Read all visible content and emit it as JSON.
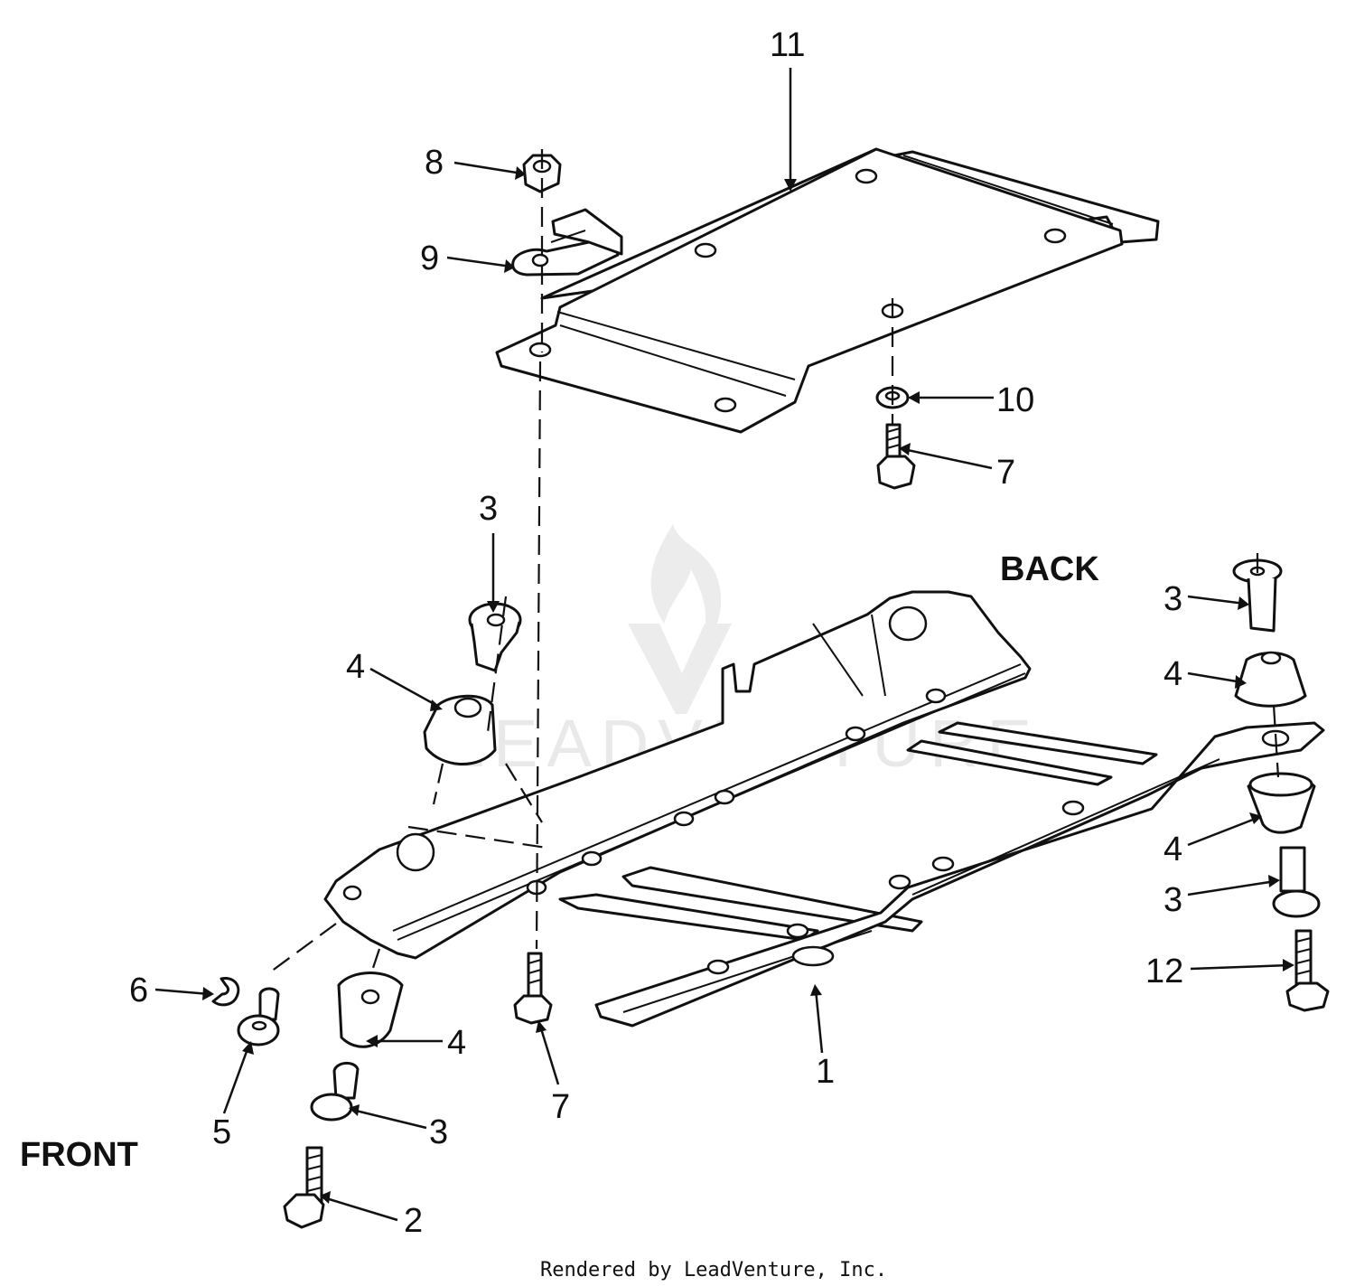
{
  "watermark": {
    "text": "LEADVENTURE"
  },
  "labels": {
    "back": "BACK",
    "front": "FRONT"
  },
  "callouts": {
    "c11": "11",
    "c8": "8",
    "c9": "9",
    "c10": "10",
    "c7_upper": "7",
    "c3_left": "3",
    "c4_left_upper": "4",
    "c3_right_upper": "3",
    "c4_right_upper": "4",
    "c4_right_lower": "4",
    "c3_right_lower": "3",
    "c12": "12",
    "c6": "6",
    "c5": "5",
    "c4_front": "4",
    "c3_front": "3",
    "c2": "2",
    "c7_lower": "7",
    "c1": "1"
  },
  "footer": {
    "text": "Rendered by LeadVenture, Inc."
  }
}
